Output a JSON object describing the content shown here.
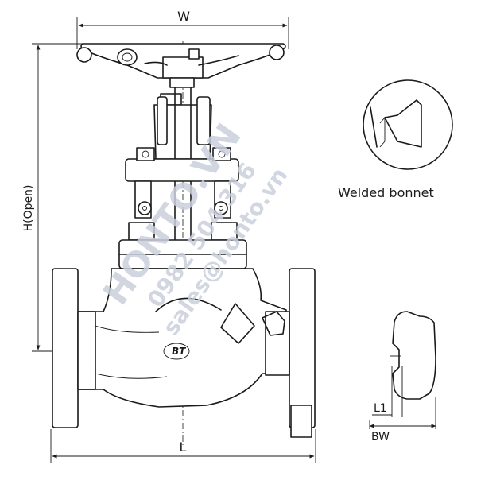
{
  "labels": {
    "width": "W",
    "height": "H(Open)",
    "length": "L",
    "welded_bonnet": "Welded bonnet",
    "l1": "L1",
    "bw": "BW",
    "body_mark": "BT"
  },
  "watermark": {
    "brand": "HONTO.VN",
    "phone": "0982 504 316",
    "email": "sales@honto.vn"
  },
  "colors": {
    "line": "#1a1a1a",
    "watermark": "#c9cfdc",
    "background": "#ffffff"
  }
}
